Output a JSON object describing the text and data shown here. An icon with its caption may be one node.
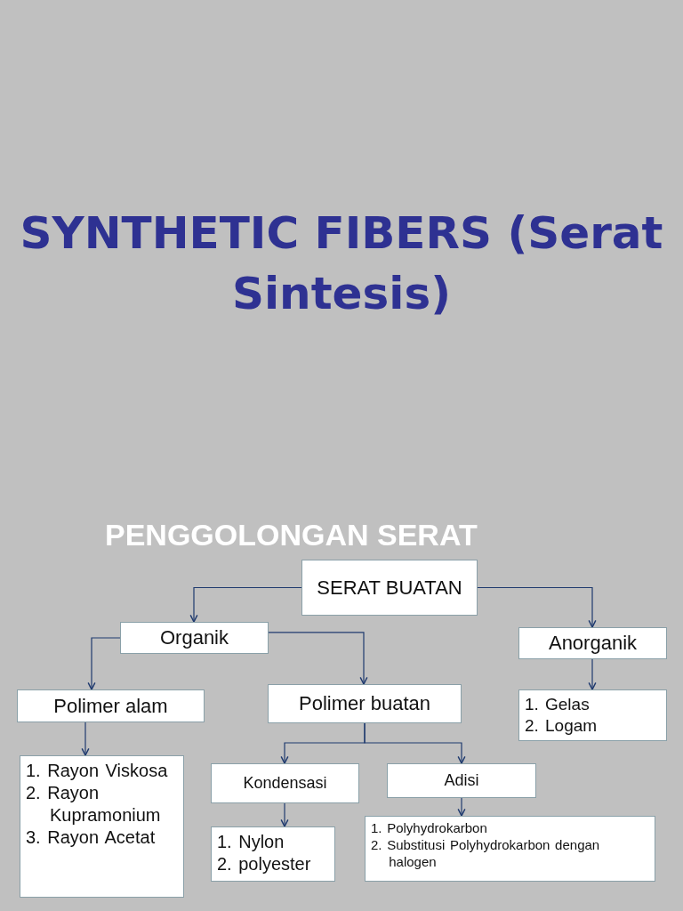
{
  "diagram": {
    "title": "SYNTHETIC FIBERS (Serat Sintesis)",
    "nodes": [
      {
        "text": [
          "SERAT BUATAN"
        ]
      },
      {
        "text": [
          "Organik"
        ]
      },
      {
        "text": [
          "Anorganik"
        ]
      },
      {
        "text": [
          "Polimer alam"
        ]
      },
      {
        "text": [
          "Polimer buatan"
        ]
      },
      {
        "text": [
          "1. Gelas",
          "2. Logam"
        ]
      },
      {
        "text": [
          "1. Rayon Viskosa",
          "2. Rayon Kupramonium",
          "3. Rayon Acetat"
        ]
      },
      {
        "text": [
          "Kondensasi"
        ]
      },
      {
        "text": [
          "Adisi"
        ]
      },
      {
        "text": [
          "1. Nylon",
          "2. polyester"
        ]
      },
      {
        "text": [
          "1. Polyhydrokarbon",
          "2. Substitusi Polyhydrokarbon dengan halogen"
        ]
      }
    ],
    "edges": [
      {
        "from": 0,
        "to": 1,
        "arrow": "to"
      },
      {
        "from": 0,
        "to": 2,
        "arrow": "to"
      },
      {
        "from": 1,
        "to": 3,
        "arrow": "to"
      },
      {
        "from": 1,
        "to": 4,
        "arrow": "to"
      },
      {
        "from": 2,
        "to": 5,
        "arrow": "to"
      },
      {
        "from": 3,
        "to": 6,
        "arrow": "to"
      },
      {
        "from": 4,
        "to": 7,
        "arrow": "to"
      },
      {
        "from": 4,
        "to": 8,
        "arrow": "to"
      },
      {
        "from": 7,
        "to": 9,
        "arrow": "to"
      },
      {
        "from": 8,
        "to": 10,
        "arrow": "to"
      }
    ],
    "labels": [
      "PENGGOLONGAN SERAT"
    ]
  }
}
